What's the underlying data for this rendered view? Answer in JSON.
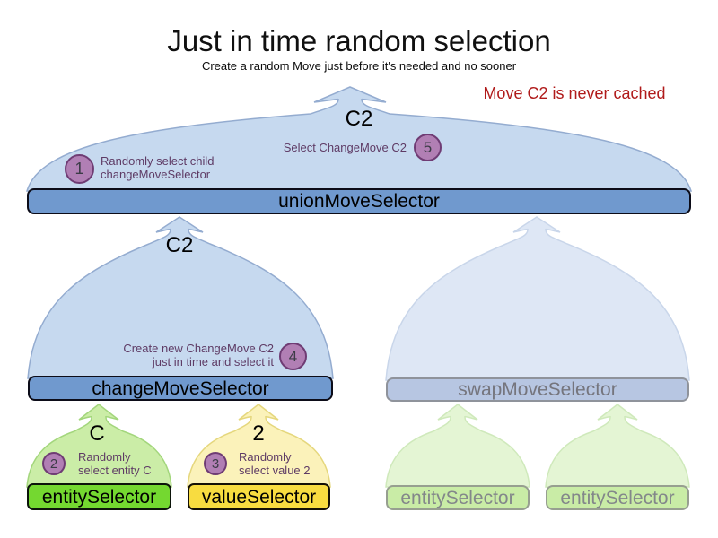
{
  "title": "Just in time random selection",
  "subtitle": "Create a random Move just before it's needed and no sooner",
  "annotation": "Move C2 is never cached",
  "palette": {
    "active_bar_blue": "#7099ce",
    "funnel_blue": "#c6d9ef",
    "faded_bar_blue": "#b7c6e2",
    "entity_green": "#74d830",
    "value_yellow": "#f8dc40",
    "faded_green_bar": "#c9eca6",
    "annotation_red": "#b01a1a",
    "step_badge_purple": "#b17fb4",
    "step_text_purple": "#5e3b65"
  },
  "union": {
    "output": "C2",
    "bar_label": "unionMoveSelector",
    "step1": {
      "num": "1",
      "line1": "Randomly select child",
      "line2": "changeMoveSelector"
    },
    "step5": {
      "num": "5",
      "text": "Select ChangeMove C2"
    }
  },
  "change": {
    "output": "C2",
    "bar_label": "changeMoveSelector",
    "step4": {
      "num": "4",
      "line1": "Create new ChangeMove C2",
      "line2": "just in time and select it"
    }
  },
  "swap": {
    "bar_label": "swapMoveSelector"
  },
  "entity": {
    "output": "C",
    "bar_label": "entitySelector",
    "step2": {
      "num": "2",
      "line1": "Randomly",
      "line2": "select entity C"
    }
  },
  "value": {
    "output": "2",
    "bar_label": "valueSelector",
    "step3": {
      "num": "3",
      "line1": "Randomly",
      "line2": "select value 2"
    }
  },
  "faded": {
    "entity1_label": "entitySelector",
    "entity2_label": "entitySelector"
  }
}
